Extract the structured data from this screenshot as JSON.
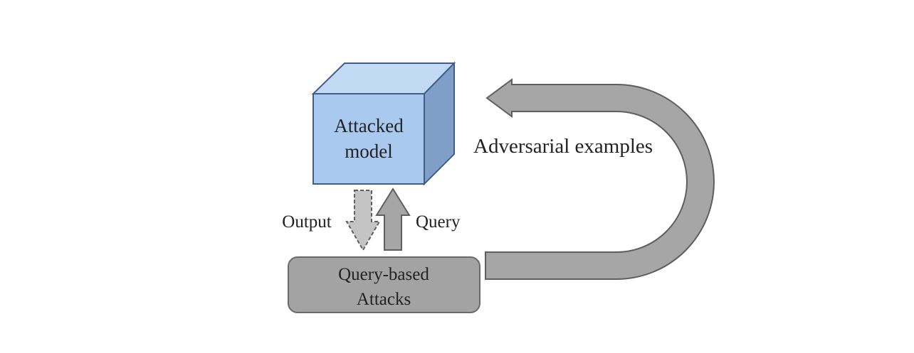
{
  "nodes": {
    "attacked_model": {
      "line1": "Attacked",
      "line2": "model"
    },
    "query_based_attacks": {
      "line1": "Query-based",
      "line2": "Attacks"
    }
  },
  "edges": {
    "output_label": "Output",
    "query_label": "Query",
    "adversarial_label": "Adversarial examples"
  },
  "colors": {
    "cube_front": "#a9c9ee",
    "cube_top": "#c3daf5",
    "cube_side": "#7f9fc9",
    "cube_edge": "#3f5f8a",
    "attack_box_fill": "#a3a3a3",
    "attack_box_stroke": "#6a6a6a",
    "arrow_fill": "#a6a6a6",
    "arrow_stroke": "#5e5e5e",
    "output_arrow_fill": "#c4c4c4"
  }
}
